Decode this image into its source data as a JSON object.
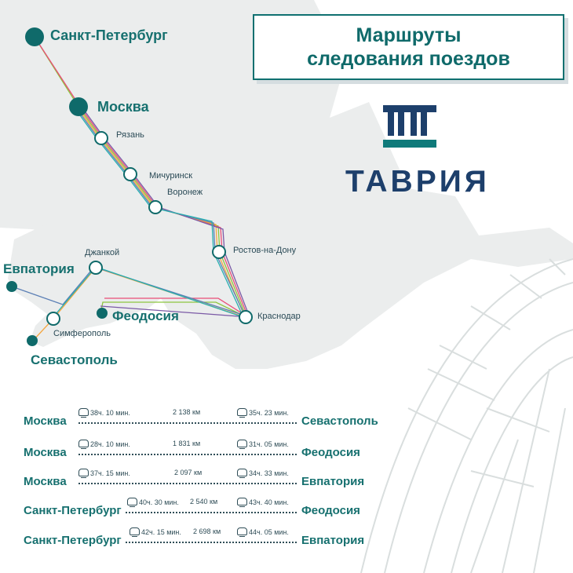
{
  "title": {
    "line1": "Маршруты",
    "line2": "следования поездов"
  },
  "brand": {
    "name": "ТАВРИЯ"
  },
  "colors": {
    "teal": "#0f6a6a",
    "navy": "#1d3f6b",
    "land": "#ebeded",
    "route_lines": [
      "#8cc63f",
      "#e94e77",
      "#f4a640",
      "#5b7fb5",
      "#7b5aa6",
      "#2ab0b0"
    ]
  },
  "cities": {
    "spb": "Санкт-Петербург",
    "moscow": "Москва",
    "ryazan": "Рязань",
    "michurinsk": "Мичуринск",
    "voronezh": "Воронеж",
    "rostov": "Ростов-на-Дону",
    "krasnodar": "Краснодар",
    "dzhankoy": "Джанкой",
    "evpatoria": "Евпатория",
    "feodosia": "Феодосия",
    "simferopol": "Симферополь",
    "sevastopol": "Севастополь"
  },
  "routes": [
    {
      "from": "Москва",
      "to": "Севастополь",
      "time_there": "38ч. 10 мин.",
      "distance": "2 138 км",
      "time_back": "35ч. 23 мин."
    },
    {
      "from": "Москва",
      "to": "Феодосия",
      "time_there": "28ч. 10 мин.",
      "distance": "1 831 км",
      "time_back": "31ч. 05 мин."
    },
    {
      "from": "Москва",
      "to": "Евпатория",
      "time_there": "37ч. 15 мин.",
      "distance": "2 097 км",
      "time_back": "34ч. 33 мин."
    },
    {
      "from": "Санкт-Петербург",
      "to": "Феодосия",
      "time_there": "40ч. 30 мин.",
      "distance": "2 540 км",
      "time_back": "43ч. 40 мин."
    },
    {
      "from": "Санкт-Петербург",
      "to": "Евпатория",
      "time_there": "42ч. 15 мин.",
      "distance": "2 698 км",
      "time_back": "44ч. 05 мин."
    }
  ]
}
